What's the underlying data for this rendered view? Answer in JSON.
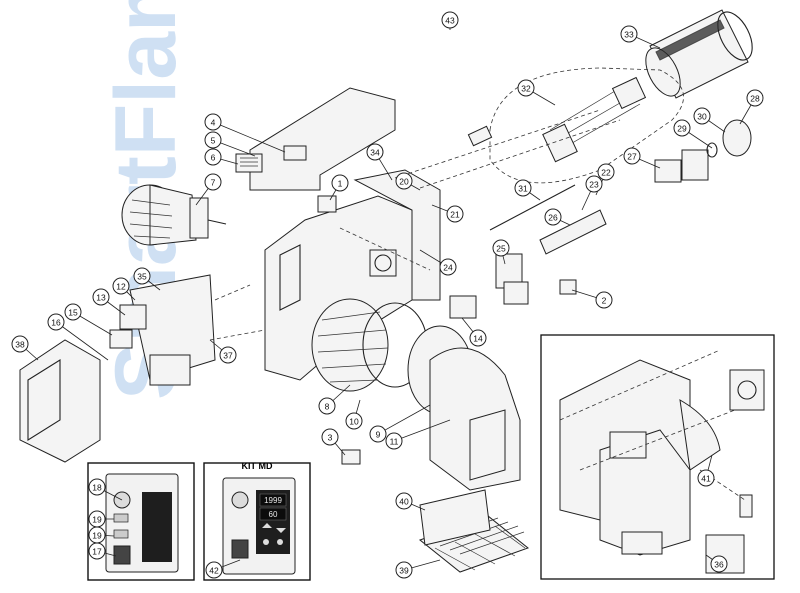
{
  "watermark": "SmartFlam",
  "kit_label": "KIT MD",
  "display_top": "1999",
  "display_bottom": "60",
  "callouts": [
    "1",
    "2",
    "3",
    "4",
    "5",
    "6",
    "7",
    "8",
    "9",
    "10",
    "11",
    "12",
    "13",
    "14",
    "15",
    "16",
    "17",
    "18",
    "19",
    "19",
    "20",
    "21",
    "22",
    "23",
    "24",
    "25",
    "26",
    "27",
    "28",
    "29",
    "30",
    "31",
    "32",
    "33",
    "34",
    "35",
    "36",
    "37",
    "38",
    "39",
    "40",
    "41",
    "42",
    "43"
  ]
}
